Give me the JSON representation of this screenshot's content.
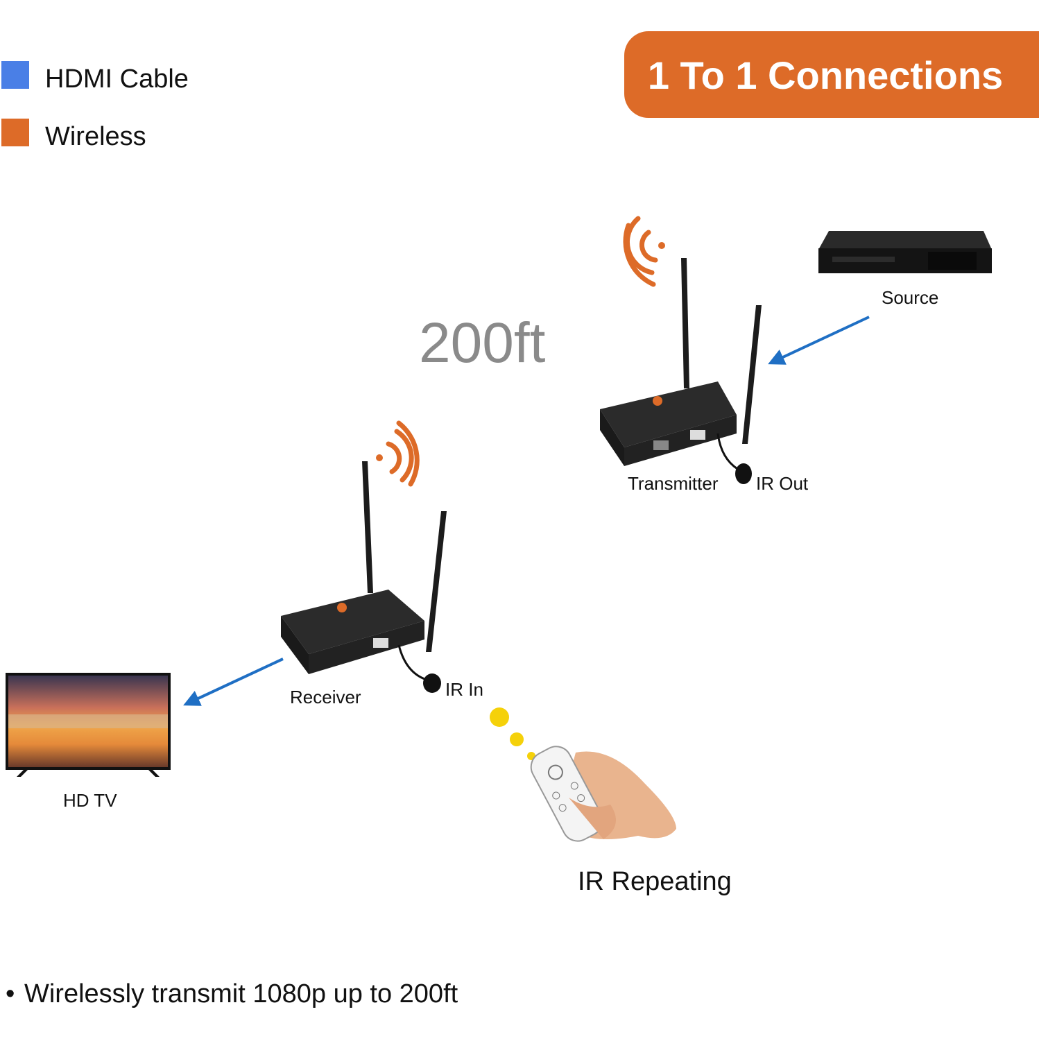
{
  "legend": {
    "items": [
      {
        "label": "HDMI Cable",
        "color": "#4a7fe6"
      },
      {
        "label": "Wireless",
        "color": "#dd6b28"
      }
    ]
  },
  "header": {
    "title": "1 To 1 Connections",
    "color": "#dd6b28"
  },
  "diagram": {
    "distance": "200ft",
    "source_label": "Source",
    "transmitter_label": "Transmitter",
    "ir_out_label": "IR Out",
    "receiver_label": "Receiver",
    "ir_in_label": "IR In",
    "tv_label": "HD TV",
    "ir_repeating_label": "IR Repeating",
    "hdmi_arrow_color": "#1f6fc4",
    "ir_signal_color": "#f5d10a"
  },
  "footer": {
    "bullet": "•",
    "text": "Wirelessly transmit 1080p up to 200ft"
  }
}
